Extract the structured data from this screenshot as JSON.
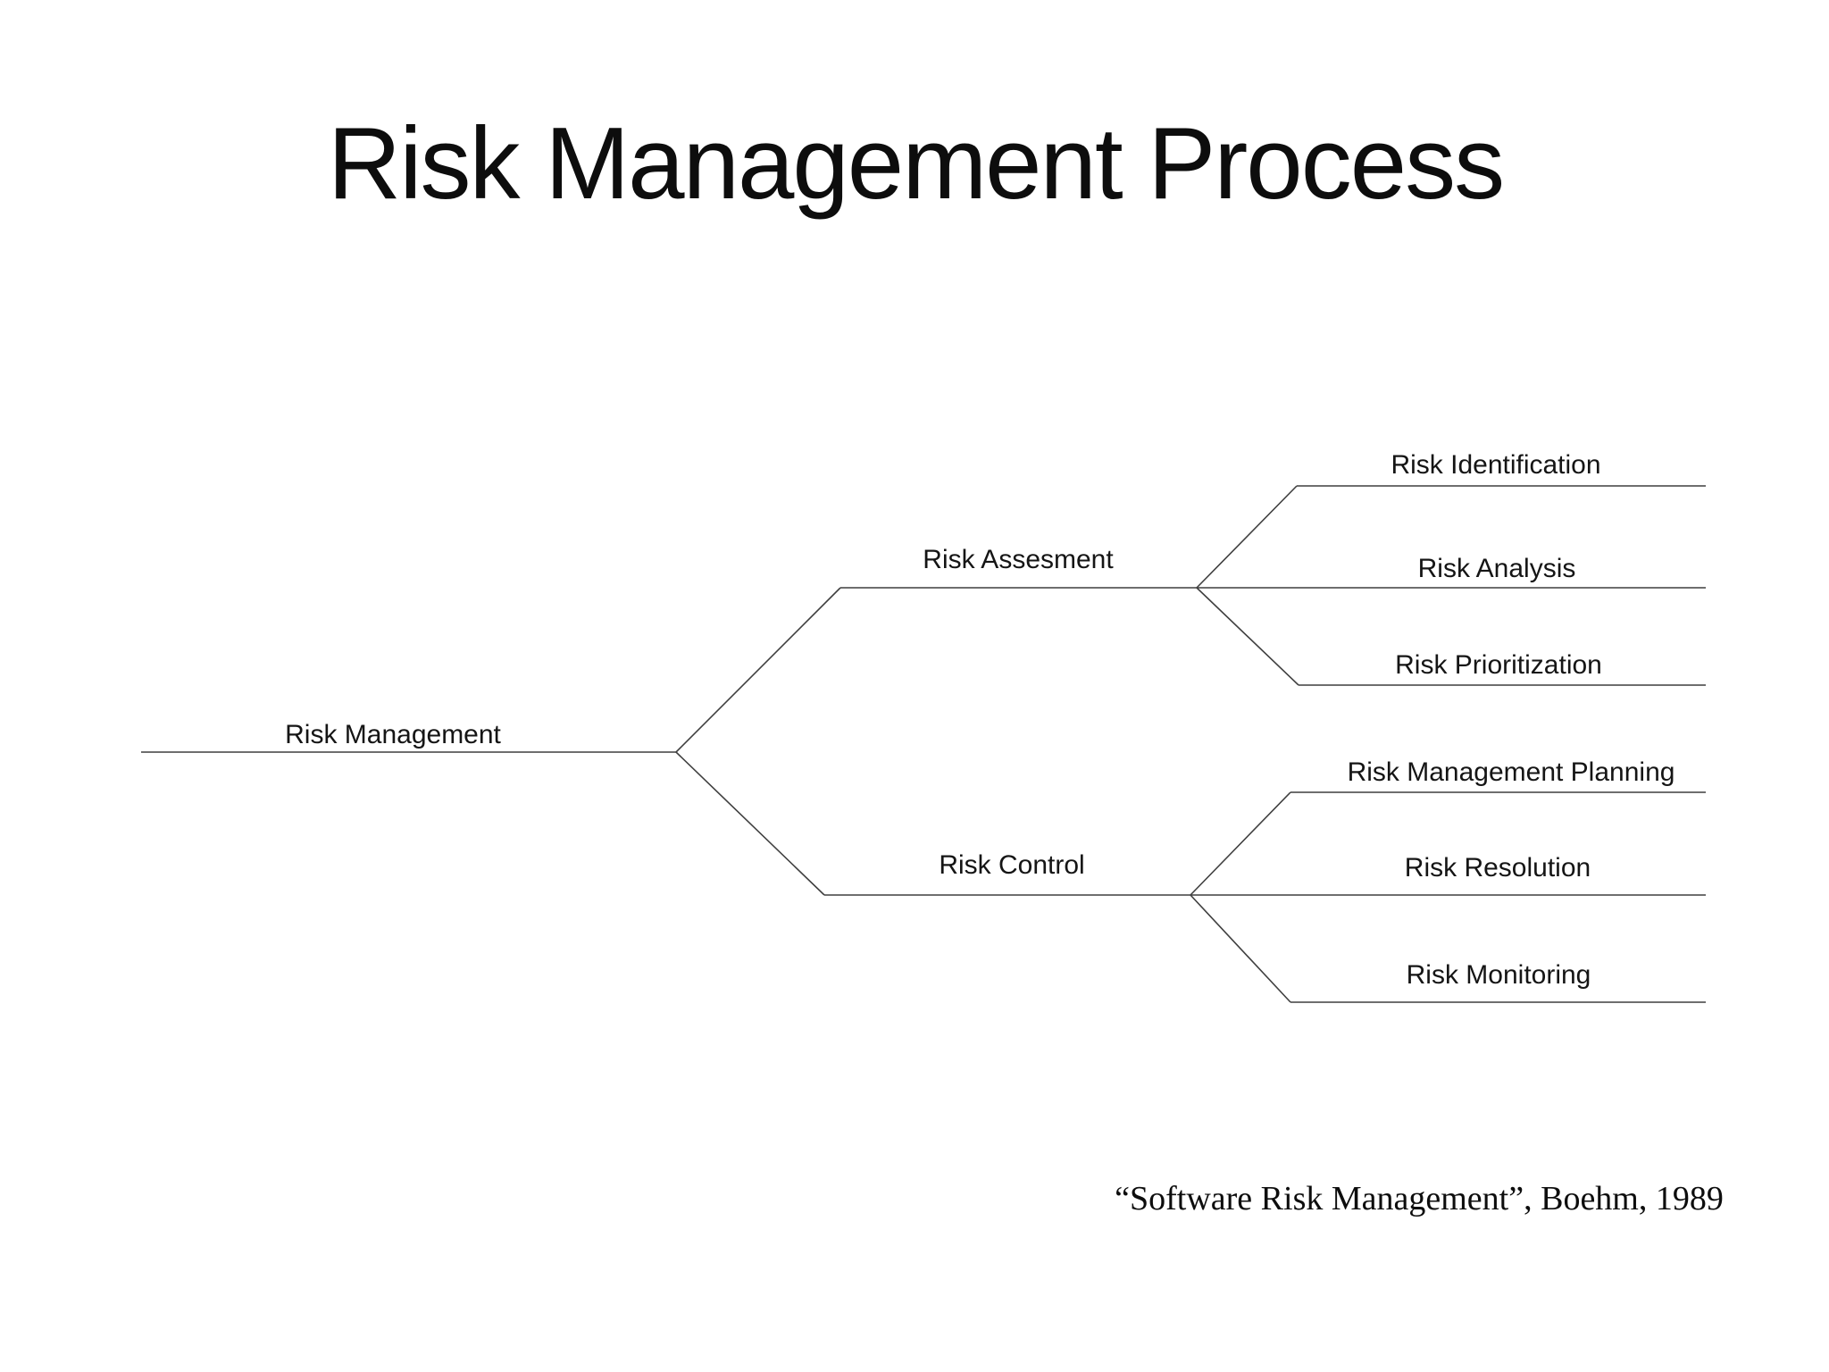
{
  "slide": {
    "title": "Risk Management Process",
    "citation": "“Software Risk Management”, Boehm, 1989"
  },
  "tree": {
    "root": {
      "label": "Risk Management"
    },
    "branches": [
      {
        "label": "Risk Assesment",
        "children": [
          {
            "label": "Risk Identification"
          },
          {
            "label": "Risk Analysis"
          },
          {
            "label": "Risk Prioritization"
          }
        ]
      },
      {
        "label": "Risk Control",
        "children": [
          {
            "label": "Risk Management Planning"
          },
          {
            "label": "Risk Resolution"
          },
          {
            "label": "Risk Monitoring"
          }
        ]
      }
    ]
  },
  "colors": {
    "background": "#ffffff",
    "line": "#3f3f3f",
    "text": "#111111"
  }
}
